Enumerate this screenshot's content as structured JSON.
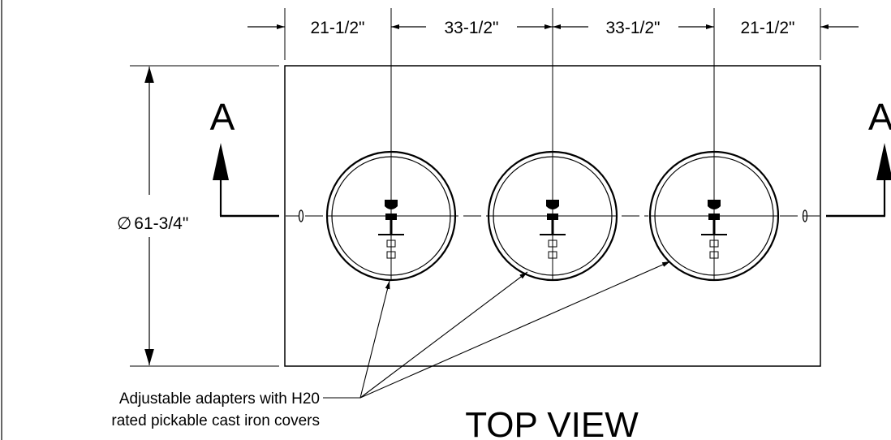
{
  "dimensions": {
    "top": [
      "21-1/2\"",
      "33-1/2\"",
      "33-1/2\"",
      "21-1/2\""
    ],
    "diameter": "61-3/4\""
  },
  "symbols": {
    "diameter": "∅"
  },
  "section_marker": {
    "left": "A",
    "right": "A"
  },
  "callout": {
    "line1": "Adjustable adapters with H20",
    "line2": "rated pickable cast iron covers"
  },
  "view_title": "TOP VIEW",
  "covers": [
    {
      "id": 1
    },
    {
      "id": 2
    },
    {
      "id": 3
    }
  ]
}
